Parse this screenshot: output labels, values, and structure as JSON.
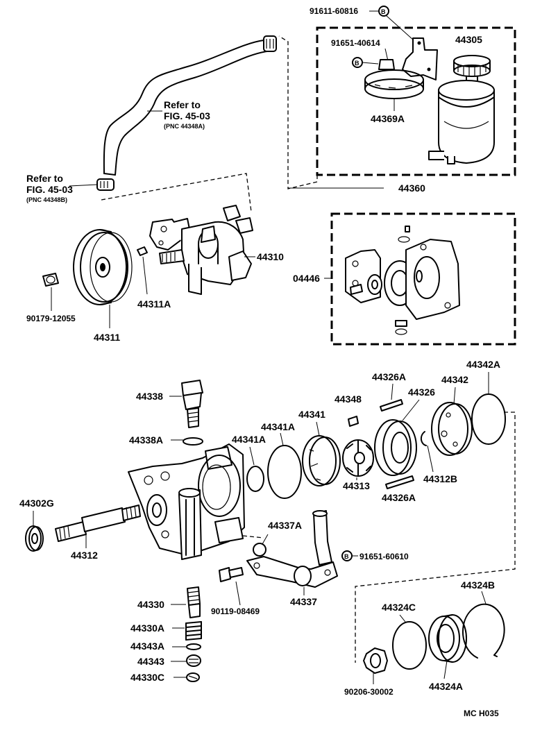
{
  "labels": {
    "p91611": "91611-60816",
    "p91651a": "91651-40614",
    "p44305": "44305",
    "p44369A": "44369A",
    "p44360": "44360",
    "p44310": "44310",
    "p44311A": "44311A",
    "p44311": "44311",
    "p90179": "90179-12055",
    "p04446": "04446",
    "p44338": "44338",
    "p44338A": "44338A",
    "p44341A1": "44341A",
    "p44341A2": "44341A",
    "p44341": "44341",
    "p44348": "44348",
    "p44326A1": "44326A",
    "p44326": "44326",
    "p44342": "44342",
    "p44342A": "44342A",
    "p44313": "44313",
    "p44312B": "44312B",
    "p44326A2": "44326A",
    "p44302G": "44302G",
    "p44312": "44312",
    "p44337A": "44337A",
    "p91651b": "91651-60610",
    "p90119": "90119-08469",
    "p44337": "44337",
    "p44330": "44330",
    "p44330A": "44330A",
    "p44343A": "44343A",
    "p44343": "44343",
    "p44330C": "44330C",
    "p44324B": "44324B",
    "p44324C": "44324C",
    "p44324A": "44324A",
    "p90206": "90206-30002",
    "code": "MC  H035",
    "bmark": "B"
  },
  "refs": {
    "top_line1": "Refer to",
    "top_line2": "FIG. 45-03",
    "top_line3": "(PNC 44348A)",
    "left_line1": "Refer to",
    "left_line2": "FIG. 45-03",
    "left_line3": "(PNC 44348B)"
  }
}
